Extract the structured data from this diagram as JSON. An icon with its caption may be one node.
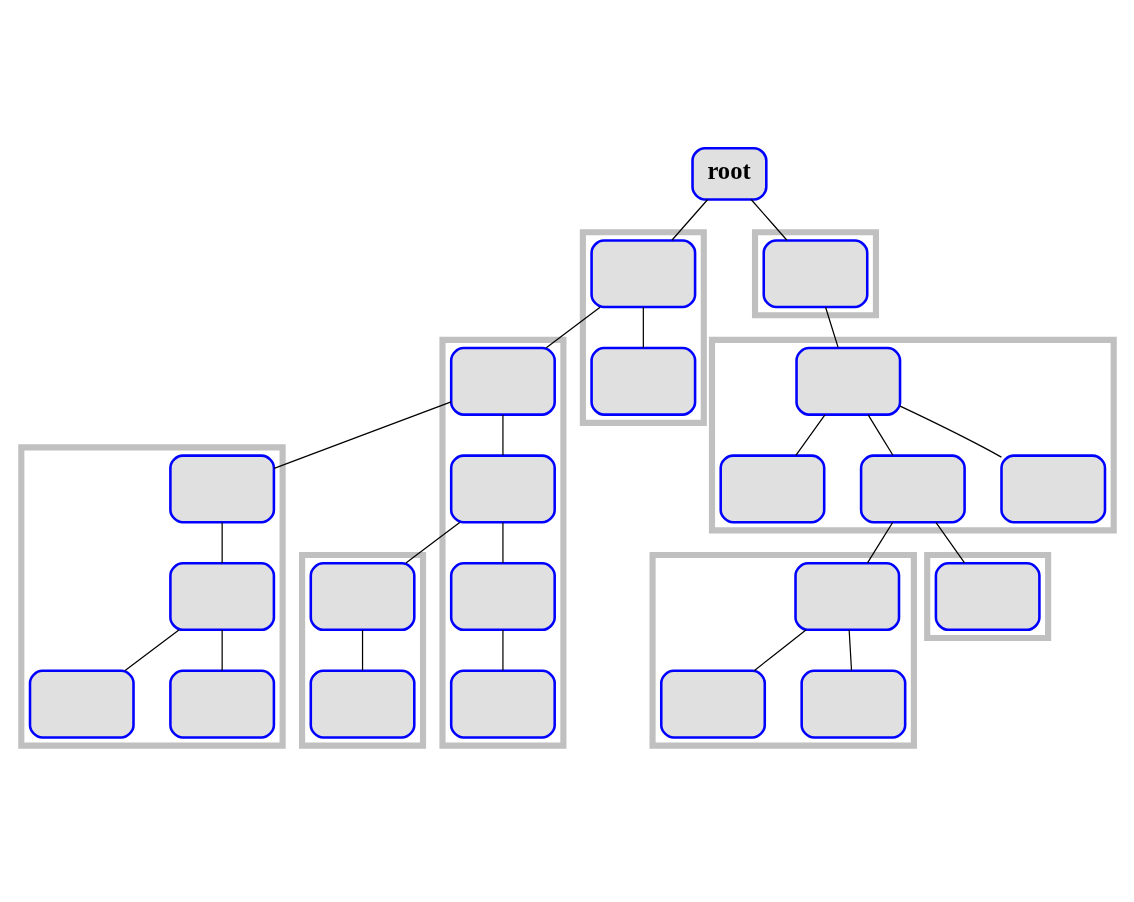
{
  "diagram": {
    "nodes": [
      {
        "text": [
          "root"
        ]
      },
      {
        "text": [],
        "shape": "polygon"
      },
      {
        "text": [],
        "shape": "box",
        "in": 1
      },
      {
        "text": [],
        "shape": "box",
        "in": 1
      },
      {
        "text": [],
        "shape": "polygon"
      },
      {
        "text": [],
        "shape": "box",
        "in": 4
      },
      {
        "text": [],
        "shape": "polygon"
      },
      {
        "text": [],
        "shape": "box",
        "in": 6
      },
      {
        "text": [],
        "shape": "box",
        "in": 6
      },
      {
        "text": [],
        "shape": "box",
        "in": 6
      },
      {
        "text": [],
        "shape": "box",
        "in": 6
      },
      {
        "text": [],
        "shape": "polygon"
      },
      {
        "text": [],
        "shape": "box",
        "in": 11
      },
      {
        "text": [],
        "shape": "box",
        "in": 11
      },
      {
        "text": [],
        "shape": "box",
        "in": 11
      },
      {
        "text": [],
        "shape": "box",
        "in": 11
      },
      {
        "text": [],
        "shape": "polygon"
      },
      {
        "text": [],
        "shape": "box",
        "in": 16
      },
      {
        "text": [],
        "shape": "box",
        "in": 16
      },
      {
        "text": [],
        "shape": "box",
        "in": 16
      },
      {
        "text": [],
        "shape": "box",
        "in": 16
      },
      {
        "text": [],
        "shape": "polygon"
      },
      {
        "text": [],
        "shape": "box",
        "in": 21
      },
      {
        "text": [],
        "shape": "box",
        "in": 21
      },
      {
        "text": [],
        "shape": "polygon"
      },
      {
        "text": [],
        "shape": "box",
        "in": 24
      },
      {
        "text": [],
        "shape": "polygon"
      },
      {
        "text": [],
        "shape": "box",
        "in": 26
      },
      {
        "text": [],
        "shape": "box",
        "in": 26
      },
      {
        "text": [],
        "shape": "box",
        "in": 26
      }
    ],
    "edges": [
      {
        "from": 0,
        "to": 2,
        "arrow": "none"
      },
      {
        "from": 0,
        "to": 5,
        "arrow": "none"
      },
      {
        "from": 2,
        "to": 17,
        "arrow": "none"
      },
      {
        "from": 2,
        "to": 3,
        "arrow": "none"
      },
      {
        "from": 17,
        "to": 12,
        "arrow": "none"
      },
      {
        "from": 17,
        "to": 18,
        "arrow": "none"
      },
      {
        "from": 12,
        "to": 13,
        "arrow": "none"
      },
      {
        "from": 13,
        "to": 14,
        "arrow": "none"
      },
      {
        "from": 13,
        "to": 15,
        "arrow": "none"
      },
      {
        "from": 18,
        "to": 19,
        "arrow": "none"
      },
      {
        "from": 18,
        "to": 22,
        "arrow": "none"
      },
      {
        "from": 19,
        "to": 20,
        "arrow": "none"
      },
      {
        "from": 22,
        "to": 23,
        "arrow": "none"
      },
      {
        "from": 5,
        "to": 7,
        "arrow": "none"
      },
      {
        "from": 7,
        "to": 8,
        "arrow": "none"
      },
      {
        "from": 7,
        "to": 9,
        "arrow": "none"
      },
      {
        "from": 7,
        "to": 10,
        "arrow": "none"
      },
      {
        "from": 9,
        "to": 25,
        "arrow": "none"
      },
      {
        "from": 9,
        "to": 27,
        "arrow": "none"
      },
      {
        "from": 27,
        "to": 28,
        "arrow": "none"
      },
      {
        "from": 27,
        "to": 29,
        "arrow": "none"
      }
    ]
  }
}
